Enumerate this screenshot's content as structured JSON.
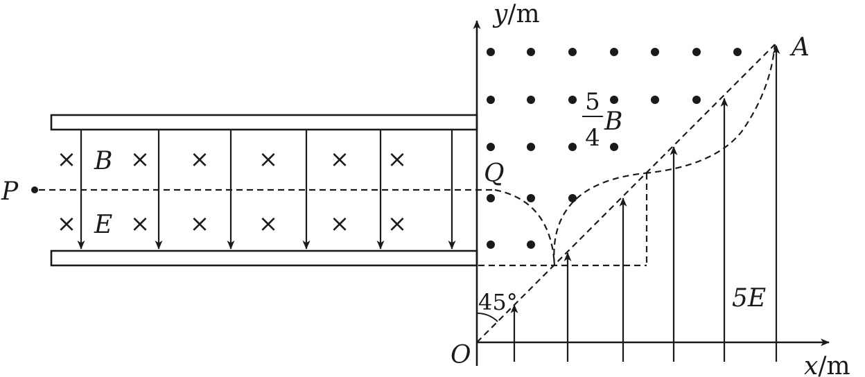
{
  "axes": {
    "y_var": "y",
    "y_unit": "/m",
    "x_var": "x",
    "x_unit": "/m",
    "origin": "O"
  },
  "labels": {
    "point_p": "P",
    "point_q": "Q",
    "point_a": "A",
    "field_b": "B",
    "field_e": "E",
    "field_5e": "5E",
    "angle": "45°",
    "frac_num": "5",
    "frac_den": "4",
    "frac_var": "B"
  },
  "symbols": {
    "field_into_page": "×"
  }
}
